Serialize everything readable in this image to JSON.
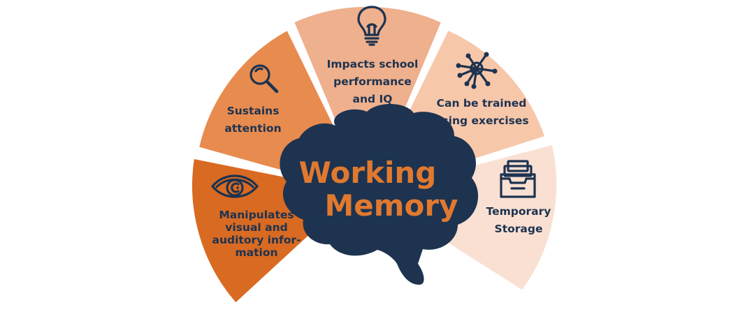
{
  "title_lines": [
    "Working",
    "Memory"
  ],
  "colors": {
    "brain": "#1d3350",
    "title": "#e0792f",
    "label": "#1d3350",
    "background": "#ffffff"
  },
  "segments": [
    {
      "id": "manipulates",
      "icon": "eye-icon",
      "color": "#d96a22",
      "label_lines": [
        "Manipulates",
        "visual and",
        "auditory infor-",
        "mation"
      ]
    },
    {
      "id": "attention",
      "icon": "magnifier-icon",
      "color": "#e88b4e",
      "label_lines": [
        "Sustains",
        "attention"
      ]
    },
    {
      "id": "school",
      "icon": "lightbulb-icon",
      "color": "#eeb08d",
      "label_lines": [
        "Impacts school",
        "performance",
        "and IQ"
      ]
    },
    {
      "id": "trained",
      "icon": "network-icon",
      "color": "#f7c7aa",
      "label_lines": [
        "Can be trained",
        "using exercises"
      ]
    },
    {
      "id": "storage",
      "icon": "file-box-icon",
      "color": "#fae0d2",
      "label_lines": [
        "Temporary",
        "Storage"
      ]
    }
  ]
}
